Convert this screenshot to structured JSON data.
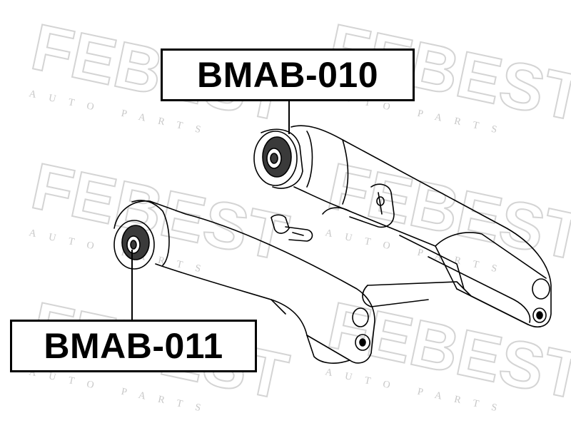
{
  "watermark": {
    "brand": "FEBEST",
    "tagline": "AUTO PARTS",
    "color": "#d4d4d4"
  },
  "labels": {
    "upper_part_number": "BMAB-010",
    "lower_part_number": "BMAB-011"
  },
  "colors": {
    "line": "#000000",
    "bushing_fill": "#3a3a3a",
    "background": "#ffffff"
  }
}
